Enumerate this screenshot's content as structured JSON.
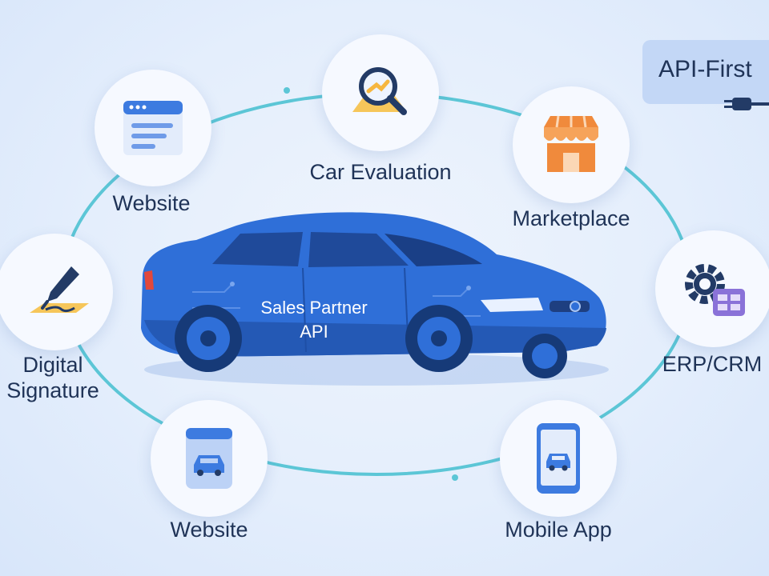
{
  "badge": {
    "text": "API-First",
    "icon": "plug-icon"
  },
  "center": {
    "line1": "Sales Partner",
    "line2": "API",
    "icon": "car-icon"
  },
  "nodes": {
    "car_evaluation": {
      "label": "Car Evaluation",
      "icon": "magnifier-chart-icon"
    },
    "website_top": {
      "label": "Website",
      "icon": "browser-window-icon"
    },
    "marketplace": {
      "label": "Marketplace",
      "icon": "storefront-icon"
    },
    "digital_signature": {
      "line1": "Digital",
      "line2": "Signature",
      "icon": "pen-signature-icon"
    },
    "erp_crm": {
      "label": "ERP/CRM",
      "icon": "gear-grid-icon"
    },
    "website_bottom": {
      "label": "Website",
      "icon": "car-page-icon"
    },
    "mobile_app": {
      "label": "Mobile App",
      "icon": "mobile-phone-icon"
    }
  },
  "colors": {
    "ring": "#5cc6d6",
    "car_body": "#2f6fd8",
    "label_text": "#1f3357",
    "accent_orange": "#f08a3c",
    "accent_yellow": "#f6c65a",
    "accent_purple": "#8a72d8",
    "icon_dark": "#233b66"
  }
}
